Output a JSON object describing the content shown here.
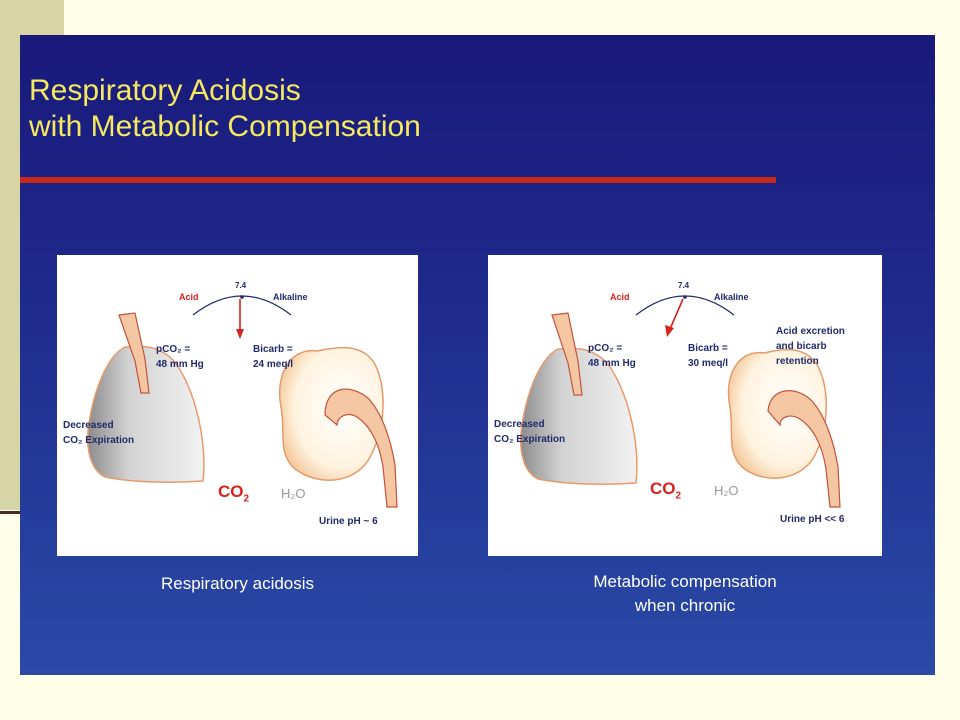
{
  "title": {
    "line1": "Respiratory Acidosis",
    "line2": "with Metabolic Compensation"
  },
  "panels": [
    {
      "ph_acid": "Acid",
      "ph_mid": "7.4",
      "ph_alkaline": "Alkaline",
      "pco2_line1": "pCO₂ =",
      "pco2_line2": "48 mm Hg",
      "bicarb_line1": "Bicarb =",
      "bicarb_line2": "24 meq/l",
      "lung_line1": "Decreased",
      "lung_line2": "CO₂ Expiration",
      "co2": "CO",
      "co2_sub": "2",
      "h2o": "H₂O",
      "urine": "Urine pH ~ 6",
      "caption_line1": "Respiratory acidosis"
    },
    {
      "ph_acid": "Acid",
      "ph_mid": "7.4",
      "ph_alkaline": "Alkaline",
      "pco2_line1": "pCO₂ =",
      "pco2_line2": "48 mm Hg",
      "bicarb_line1": "Bicarb =",
      "bicarb_line2": "30 meq/l",
      "kidney_line1": "Acid excretion",
      "kidney_line2": "and bicarb",
      "kidney_line3": "retention",
      "lung_line1": "Decreased",
      "lung_line2": "CO₂ Expiration",
      "co2": "CO",
      "co2_sub": "2",
      "h2o": "H₂O",
      "urine": "Urine pH << 6",
      "caption_line1": "Metabolic compensation",
      "caption_line2": "when chronic"
    }
  ],
  "colors": {
    "title": "#f5e960",
    "accent_red": "#d8221c",
    "rule_red": "#c42a1a",
    "navy_text": "#222a6a",
    "slide_top": "#19197a",
    "slide_bottom": "#2a4aa6"
  }
}
